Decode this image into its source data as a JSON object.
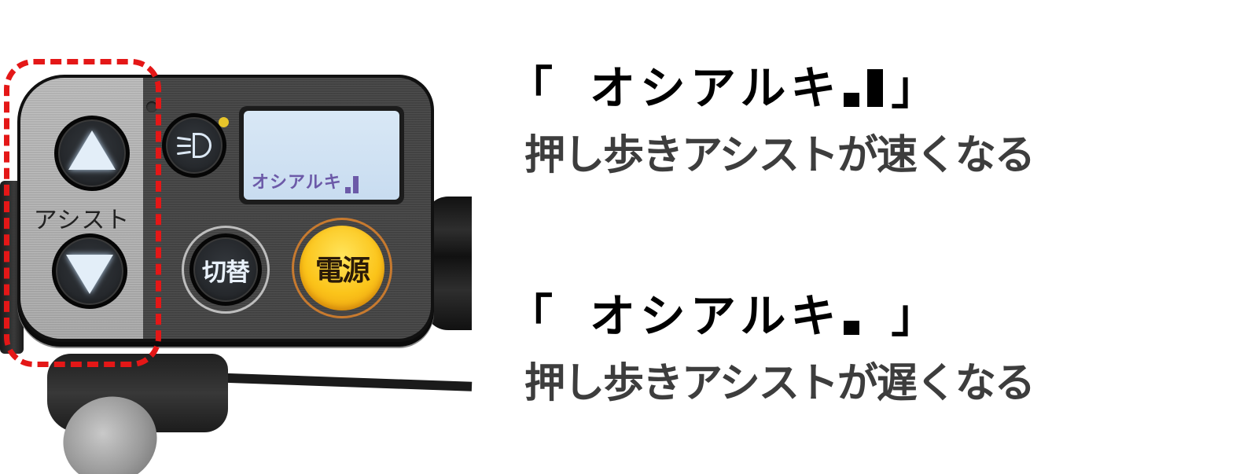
{
  "device": {
    "assist_label": "アシスト",
    "up_button_icon": "triangle-up-icon",
    "down_button_icon": "triangle-down-icon",
    "light_button_icon": "headlight-icon",
    "lcd_text": "オシアルキ",
    "lcd_bar_count": 2,
    "switch_button_label": "切替",
    "power_button_label": "電源",
    "colors": {
      "highlight": "#e41717",
      "power_button": "#fbc41a",
      "lcd_text": "#6c5aa8",
      "lcd_background": "#d9e8f6",
      "led": "#e8c52a"
    }
  },
  "callouts": [
    {
      "open_bracket": "「",
      "display_text": " オシアルキ",
      "bar_count": 2,
      "close_bracket": "」",
      "description": "押し歩きアシストが速くなる"
    },
    {
      "open_bracket": "「",
      "display_text": " オシアルキ",
      "bar_count": 1,
      "close_bracket": "」",
      "description": "押し歩きアシストが遅くなる"
    }
  ]
}
